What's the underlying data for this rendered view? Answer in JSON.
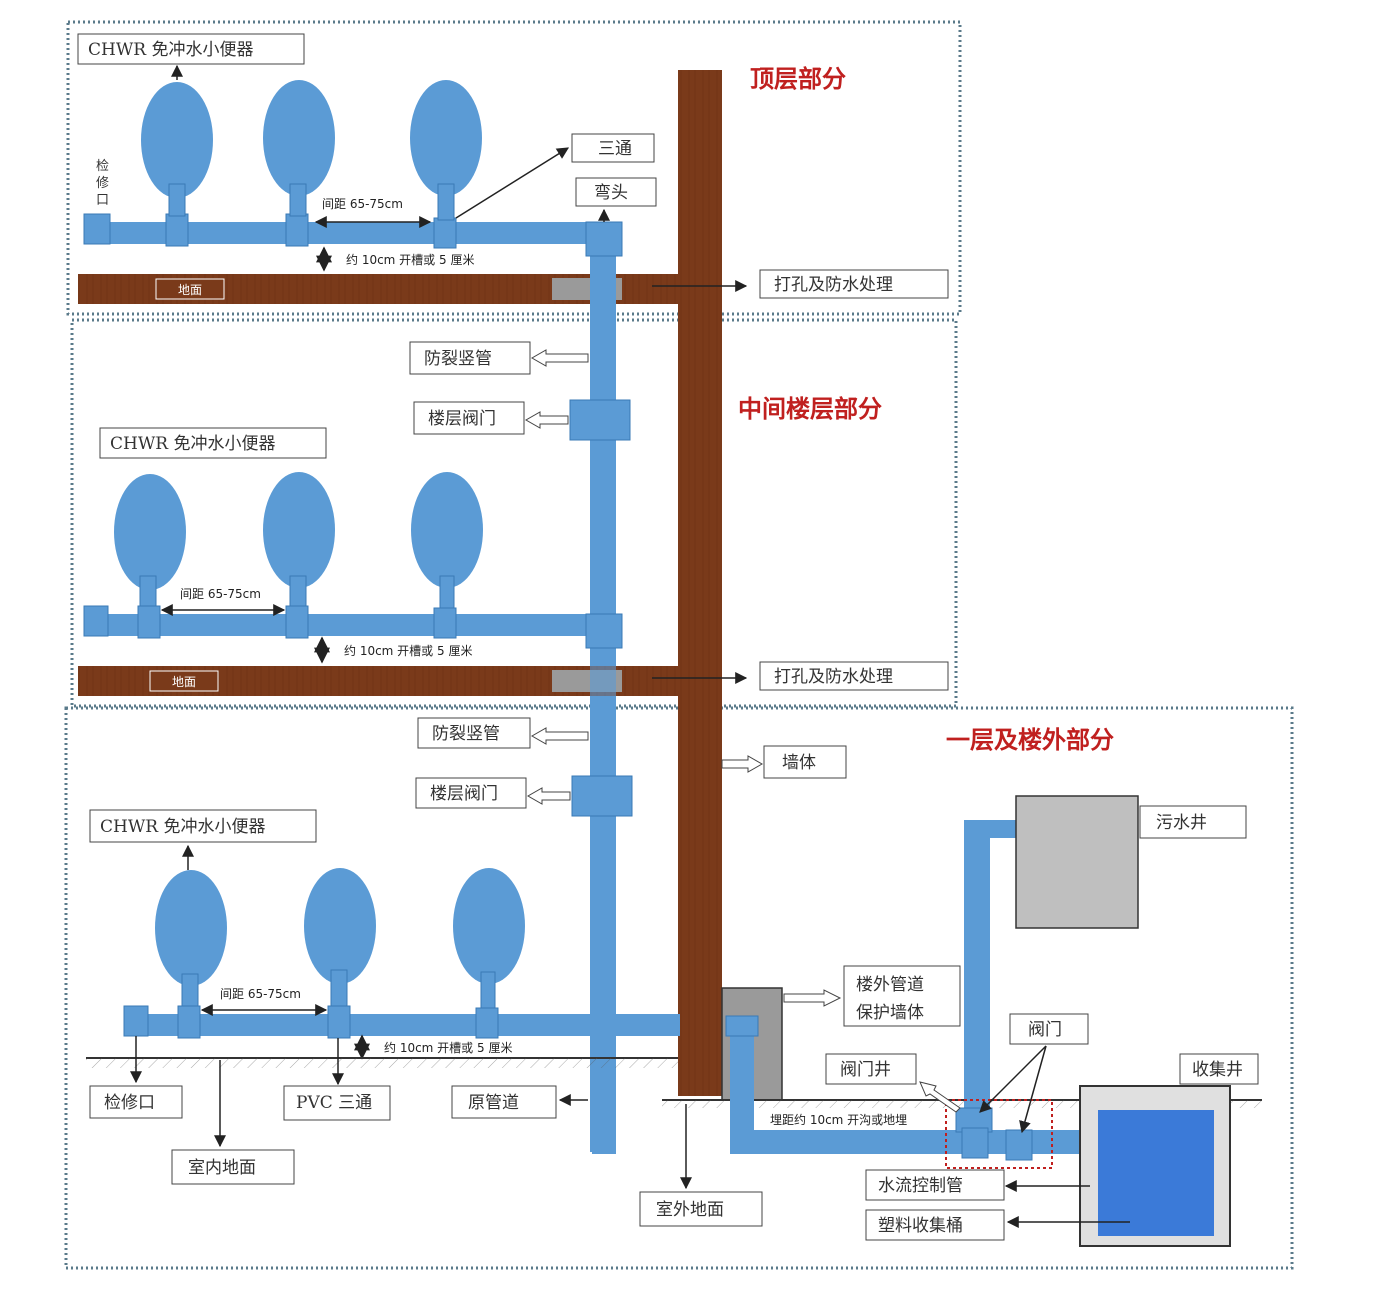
{
  "sections": {
    "top": "顶层部分",
    "middle": "中间楼层部分",
    "ground": "一层及楼外部分"
  },
  "labels": {
    "urinal_top": "CHWR 免冲水小便器",
    "urinal_mid": "CHWR 免冲水小便器",
    "urinal_bot": "CHWR 免冲水小便器",
    "cleanout_vertical": "检修口",
    "tee_top": "三通",
    "elbow_top": "弯头",
    "spacing_top": "间距 65-75cm",
    "spacing_mid": "间距 65-75cm",
    "spacing_bot": "间距 65-75cm",
    "height_top": "约 10cm 开槽或 5 厘米",
    "height_mid": "约 10cm 开槽或 5 厘米",
    "height_bot": "约 10cm 开槽或 5 厘米",
    "floor_top": "地面",
    "floor_mid": "地面",
    "waterproof_top": "打孔及防水处理",
    "waterproof_mid": "打孔及防水处理",
    "anti_crack_mid": "防裂竖管",
    "anti_crack_bot": "防裂竖管",
    "floor_valve_mid": "楼层阀门",
    "floor_valve_bot": "楼层阀门",
    "wall": "墙体",
    "sewage_well": "污水井",
    "outdoor_protect_line1": "楼外管道",
    "outdoor_protect_line2": "保护墙体",
    "valve": "阀门",
    "valve_well": "阀门井",
    "collect_well": "收集井",
    "outdoor_slope": "埋距约 10cm 开沟或地埋",
    "cleanout_bot": "检修口",
    "pvc_tee": "PVC 三通",
    "original_pipe": "原管道",
    "indoor_floor": "室内地面",
    "outdoor_floor": "室外地面",
    "pipe_control": "水流控制管",
    "plastic_barrel": "塑料收集桶"
  },
  "colors": {
    "pipe": "#5b9bd5",
    "wall": "#7a3a1a",
    "section_title": "#c0201f",
    "dotted_border": "#5a7a8a",
    "gray_box": "#bfbfbf"
  }
}
